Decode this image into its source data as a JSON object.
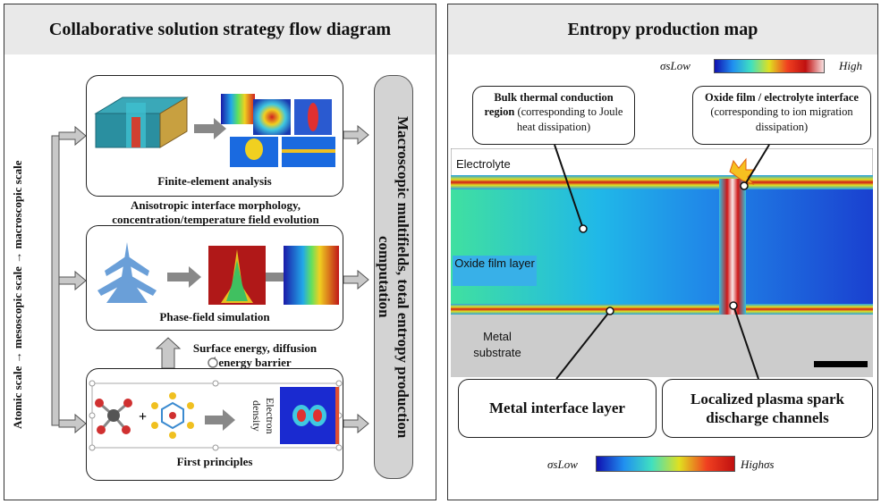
{
  "left_panel": {
    "title": "Collaborative solution strategy flow diagram",
    "scale_axis": "Atomic scale → mesoscopic scale → macroscopic scale",
    "fem_label": "Finite-element analysis",
    "fem_output": "Anisotropic interface morphology, concentration/temperature field evolution",
    "phase_label": "Phase-field simulation",
    "energy_label": "Surface energy, diffusion energy barrier",
    "fp_label": "First principles",
    "electron_density": "Electron density",
    "plus": "+",
    "macro_label": "Macroscopic multifields, total entropy production computation"
  },
  "right_panel": {
    "title": "Entropy production map",
    "top_bar": {
      "low": "σsLow",
      "high": "High"
    },
    "bottom_bar": {
      "low": "σsLow",
      "high": "Highσs"
    },
    "bulk_callout": {
      "bold": "Bulk thermal conduction region",
      "rest": "(corresponding to Joule heat dissipation)"
    },
    "oxide_callout": {
      "bold": "Oxide film / electrolyte interface",
      "rest": "(corresponding to ion migration dissipation)"
    },
    "electrolyte": "Electrolyte",
    "oxide_layer": "Oxide film layer",
    "metal_substrate": "Metal substrate",
    "metal_interface": "Metal interface layer",
    "spark": "Localized plasma spark discharge channels"
  },
  "colors": {
    "panel_header": "#e9e9e9",
    "arrow": "#c8c8c8",
    "arrow_stroke": "#555555"
  }
}
